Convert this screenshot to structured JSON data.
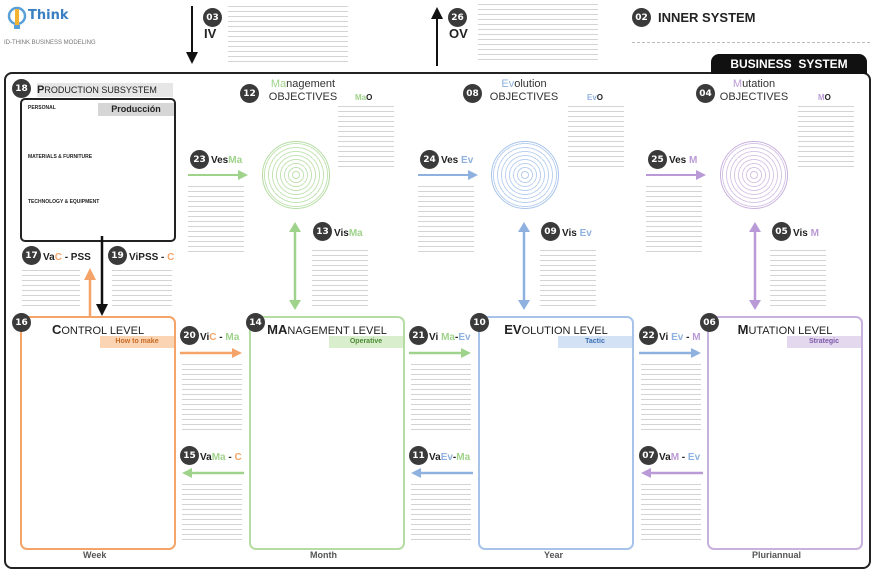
{
  "logo": {
    "brand": "Think",
    "tagline": "ID-THINK BUSINESS MODELING"
  },
  "top": {
    "iv": {
      "num": "03",
      "label": "IV"
    },
    "ov": {
      "num": "26",
      "label": "OV"
    },
    "inner": {
      "num": "02",
      "label": "INNER SYSTEM"
    }
  },
  "business_system": "BUSINESS  SYSTEM",
  "production": {
    "num": "18",
    "title_initial": "P",
    "title_rest": "RODUCTION SUBSYSTEM",
    "tag": "Producción",
    "rows": [
      "PERSONAL",
      "MATERIALS & FURNITURE",
      "TECHNOLOGY & EQUIPMENT"
    ]
  },
  "objectives": [
    {
      "num": "12",
      "initial": "Ma",
      "rest": "nagement",
      "line2": "OBJECTIVES",
      "code_a": "Ma",
      "code_b": "O",
      "color": "#9fd28a"
    },
    {
      "num": "08",
      "initial": "Ev",
      "rest": "olution",
      "line2": "OBJECTIVES",
      "code_a": "Ev",
      "code_b": "O",
      "color": "#8fb1e0"
    },
    {
      "num": "04",
      "initial": "M",
      "rest": "utation",
      "line2": "OBJECTIVES",
      "code_a": "M",
      "code_b": "O",
      "color": "#b99ad6"
    }
  ],
  "ves": [
    {
      "num": "23",
      "base": "Ves",
      "code": "Ma"
    },
    {
      "num": "24",
      "base": "Ves",
      "code": "Ev"
    },
    {
      "num": "25",
      "base": "Ves",
      "code": "M"
    }
  ],
  "vis": [
    {
      "num": "13",
      "base": "Vis",
      "code": "Ma"
    },
    {
      "num": "09",
      "base": "Vis",
      "code": "Ev"
    },
    {
      "num": "05",
      "base": "Vis",
      "code": "M"
    }
  ],
  "vac": {
    "num": "17",
    "a": "Va",
    "b": "C",
    "c": " - PSS"
  },
  "vipss": {
    "num": "19",
    "a": "ViPSS",
    "b": " - ",
    "c": "C"
  },
  "levels": [
    {
      "num": "16",
      "initial": "C",
      "rest": "ONTROL LEVEL",
      "tag": "How to make",
      "foot": "Week",
      "color": "#f4a469",
      "tagbg": "#fbd4b4"
    },
    {
      "num": "14",
      "initial": "MA",
      "rest": "NAGEMENT LEVEL",
      "tag": "Operative",
      "foot": "Month",
      "color": "#b5dca3",
      "tagbg": "#d9eecd"
    },
    {
      "num": "10",
      "initial": "EV",
      "rest": "OLUTION LEVEL",
      "tag": "Tactic",
      "foot": "Year",
      "color": "#a7c3ea",
      "tagbg": "#d3e2f5"
    },
    {
      "num": "06",
      "initial": "M",
      "rest": "UTATION LEVEL",
      "tag": "Strategic",
      "foot": "Pluriannual",
      "color": "#c8b1dd",
      "tagbg": "#e4d8ef"
    }
  ],
  "vi": [
    {
      "num": "20",
      "a": "Vi",
      "b": "C",
      "c": " - ",
      "d": "Ma"
    },
    {
      "num": "21",
      "a": "Vi",
      "b": "Ma",
      "c": "-",
      "d": "Ev"
    },
    {
      "num": "22",
      "a": "Vi",
      "b": "Ev",
      "c": " - ",
      "d": "M"
    }
  ],
  "va": [
    {
      "num": "15",
      "a": "Va",
      "b": "Ma",
      "c": " - ",
      "d": "C"
    },
    {
      "num": "11",
      "a": "Va",
      "b": "Ev",
      "c": "-",
      "d": "Ma"
    },
    {
      "num": "07",
      "a": "Va",
      "b": "M",
      "c": " - ",
      "d": "Ev"
    }
  ]
}
